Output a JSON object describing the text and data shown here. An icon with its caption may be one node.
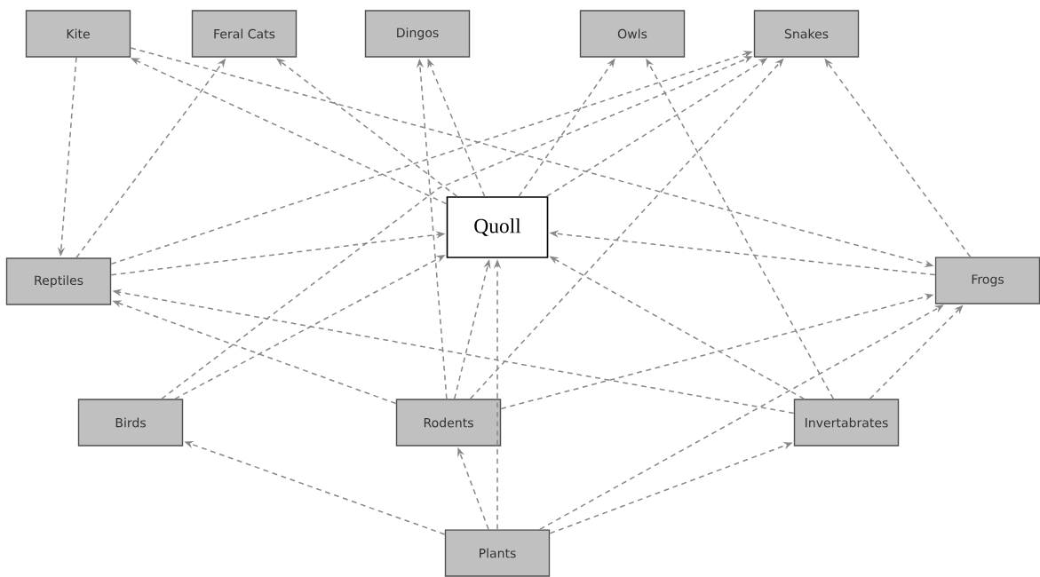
{
  "diagram": {
    "nodes": [
      {
        "text": [
          "Kite"
        ]
      },
      {
        "text": [
          "Feral Cats"
        ]
      },
      {
        "text": [
          "Dingos"
        ]
      },
      {
        "text": [
          "Owls"
        ]
      },
      {
        "text": [
          "Snakes"
        ]
      },
      {
        "text": [
          "Quoll"
        ]
      },
      {
        "text": [
          "Reptiles"
        ]
      },
      {
        "text": [
          "Frogs"
        ]
      },
      {
        "text": [
          "Birds"
        ]
      },
      {
        "text": [
          "Rodents"
        ]
      },
      {
        "text": [
          "Invertabrates"
        ]
      },
      {
        "text": [
          "Plants"
        ]
      }
    ],
    "edges": [
      {
        "from": 0,
        "to": 6,
        "arrow": "to"
      },
      {
        "from": 6,
        "to": 1,
        "arrow": "to"
      },
      {
        "from": 5,
        "to": 0,
        "arrow": "to"
      },
      {
        "from": 0,
        "to": 7,
        "arrow": "to"
      },
      {
        "from": 5,
        "to": 1,
        "arrow": "to"
      },
      {
        "from": 9,
        "to": 2,
        "arrow": "to"
      },
      {
        "from": 5,
        "to": 2,
        "arrow": "to"
      },
      {
        "from": 5,
        "to": 3,
        "arrow": "to"
      },
      {
        "from": 10,
        "to": 3,
        "arrow": "to"
      },
      {
        "from": 6,
        "to": 4,
        "arrow": "to"
      },
      {
        "from": 5,
        "to": 4,
        "arrow": "to"
      },
      {
        "from": 8,
        "to": 4,
        "arrow": "to"
      },
      {
        "from": 9,
        "to": 4,
        "arrow": "to"
      },
      {
        "from": 7,
        "to": 4,
        "arrow": "to"
      },
      {
        "from": 6,
        "to": 5,
        "arrow": "to"
      },
      {
        "from": 8,
        "to": 5,
        "arrow": "to"
      },
      {
        "from": 7,
        "to": 5,
        "arrow": "to"
      },
      {
        "from": 10,
        "to": 5,
        "arrow": "to"
      },
      {
        "from": 9,
        "to": 5,
        "arrow": "to"
      },
      {
        "from": 11,
        "to": 5,
        "arrow": "to"
      },
      {
        "from": 10,
        "to": 6,
        "arrow": "to"
      },
      {
        "from": 9,
        "to": 6,
        "arrow": "to"
      },
      {
        "from": 9,
        "to": 7,
        "arrow": "to"
      },
      {
        "from": 11,
        "to": 7,
        "arrow": "to"
      },
      {
        "from": 10,
        "to": 7,
        "arrow": "to"
      },
      {
        "from": 11,
        "to": 8,
        "arrow": "to"
      },
      {
        "from": 11,
        "to": 9,
        "arrow": "to"
      },
      {
        "from": 11,
        "to": 10,
        "arrow": "to"
      }
    ]
  }
}
